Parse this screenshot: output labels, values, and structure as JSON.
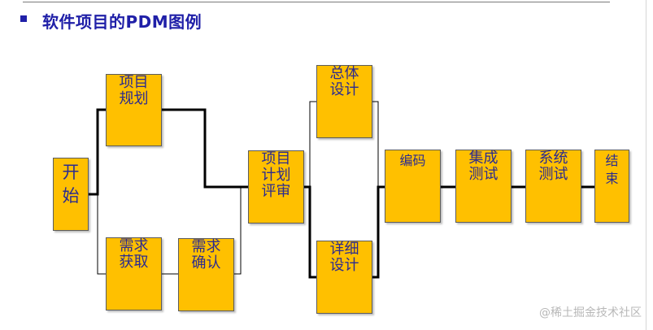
{
  "page": {
    "title": "软件项目的PDM图例"
  },
  "diagram": {
    "nodes": {
      "start": "开\n始",
      "project_planning": "项目\n规划",
      "requirements_gathering": "需求\n获取",
      "requirements_confirmation": "需求\n确认",
      "project_plan_review": "项目\n计划\n评审",
      "overall_design": "总体\n设计",
      "detailed_design": "详细\n设计",
      "coding": "编码",
      "integration_testing": "集成\n测试",
      "system_testing": "系统\n测试",
      "end": "结\n束"
    },
    "colors": {
      "node_fill": "#ffc000",
      "node_text": "#2b2b90",
      "connector": "#000000",
      "title": "#2020a8"
    }
  },
  "watermark": "@稀土掘金技术社区"
}
